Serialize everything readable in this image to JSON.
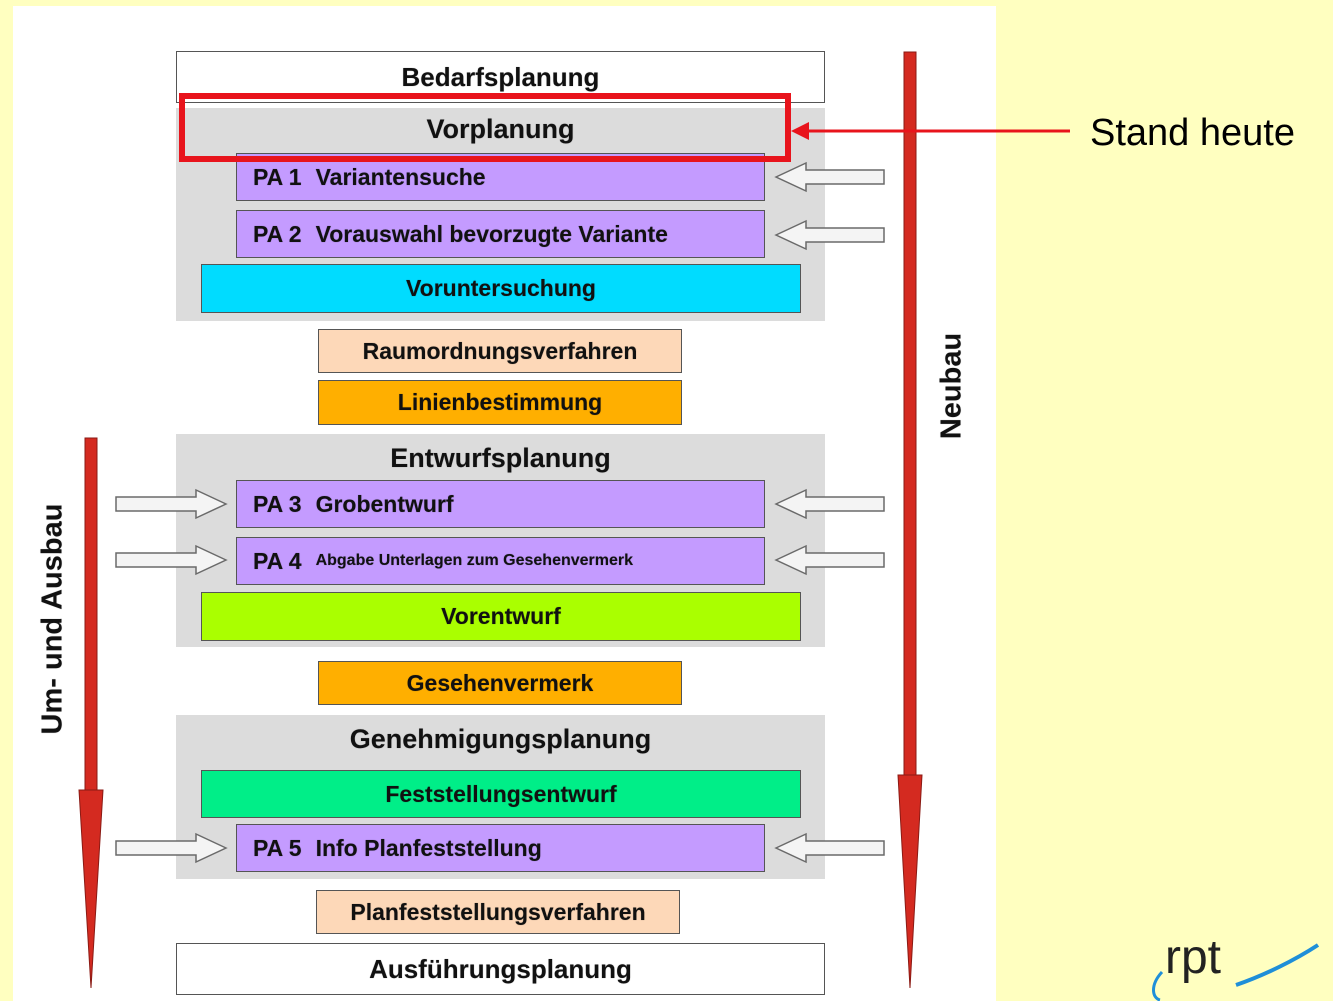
{
  "diagram": {
    "stages": {
      "bedarf": "Bedarfsplanung",
      "vorplanung": {
        "title": "Vorplanung",
        "pa1": {
          "num": "PA 1",
          "label": "Variantensuche"
        },
        "pa2": {
          "num": "PA 2",
          "label": "Vorauswahl bevorzugte Variante"
        },
        "vorunter": "Voruntersuchung"
      },
      "raumordnung": "Raumordnungsverfahren",
      "linien": "Linienbestimmung",
      "entwurf": {
        "title": "Entwurfsplanung",
        "pa3": {
          "num": "PA 3",
          "label": "Grobentwurf"
        },
        "pa4": {
          "num": "PA 4",
          "label": "Abgabe Unterlagen zum Gesehenvermerk"
        },
        "vorentwurf": "Vorentwurf"
      },
      "gesehen": "Gesehenvermerk",
      "genehmigung": {
        "title": "Genehmigungsplanung",
        "fest": "Feststellungsentwurf",
        "pa5": {
          "num": "PA 5",
          "label": "Info Planfeststellung"
        }
      },
      "planfest": "Planfeststellungsverfahren",
      "ausf": "Ausführungsplanung"
    },
    "left_axis": "Um- und Ausbau",
    "right_axis": "Neubau",
    "callout": "Stand heute",
    "logo": "rpt",
    "colors": {
      "highlight": "#e8141c",
      "arrow_red": "#d42a20",
      "purple": "#c49bff",
      "cyan": "#00dcff",
      "orange": "#ffaf00",
      "peach": "#fdd8b8",
      "lime": "#aaff00",
      "green": "#00ee88"
    }
  }
}
